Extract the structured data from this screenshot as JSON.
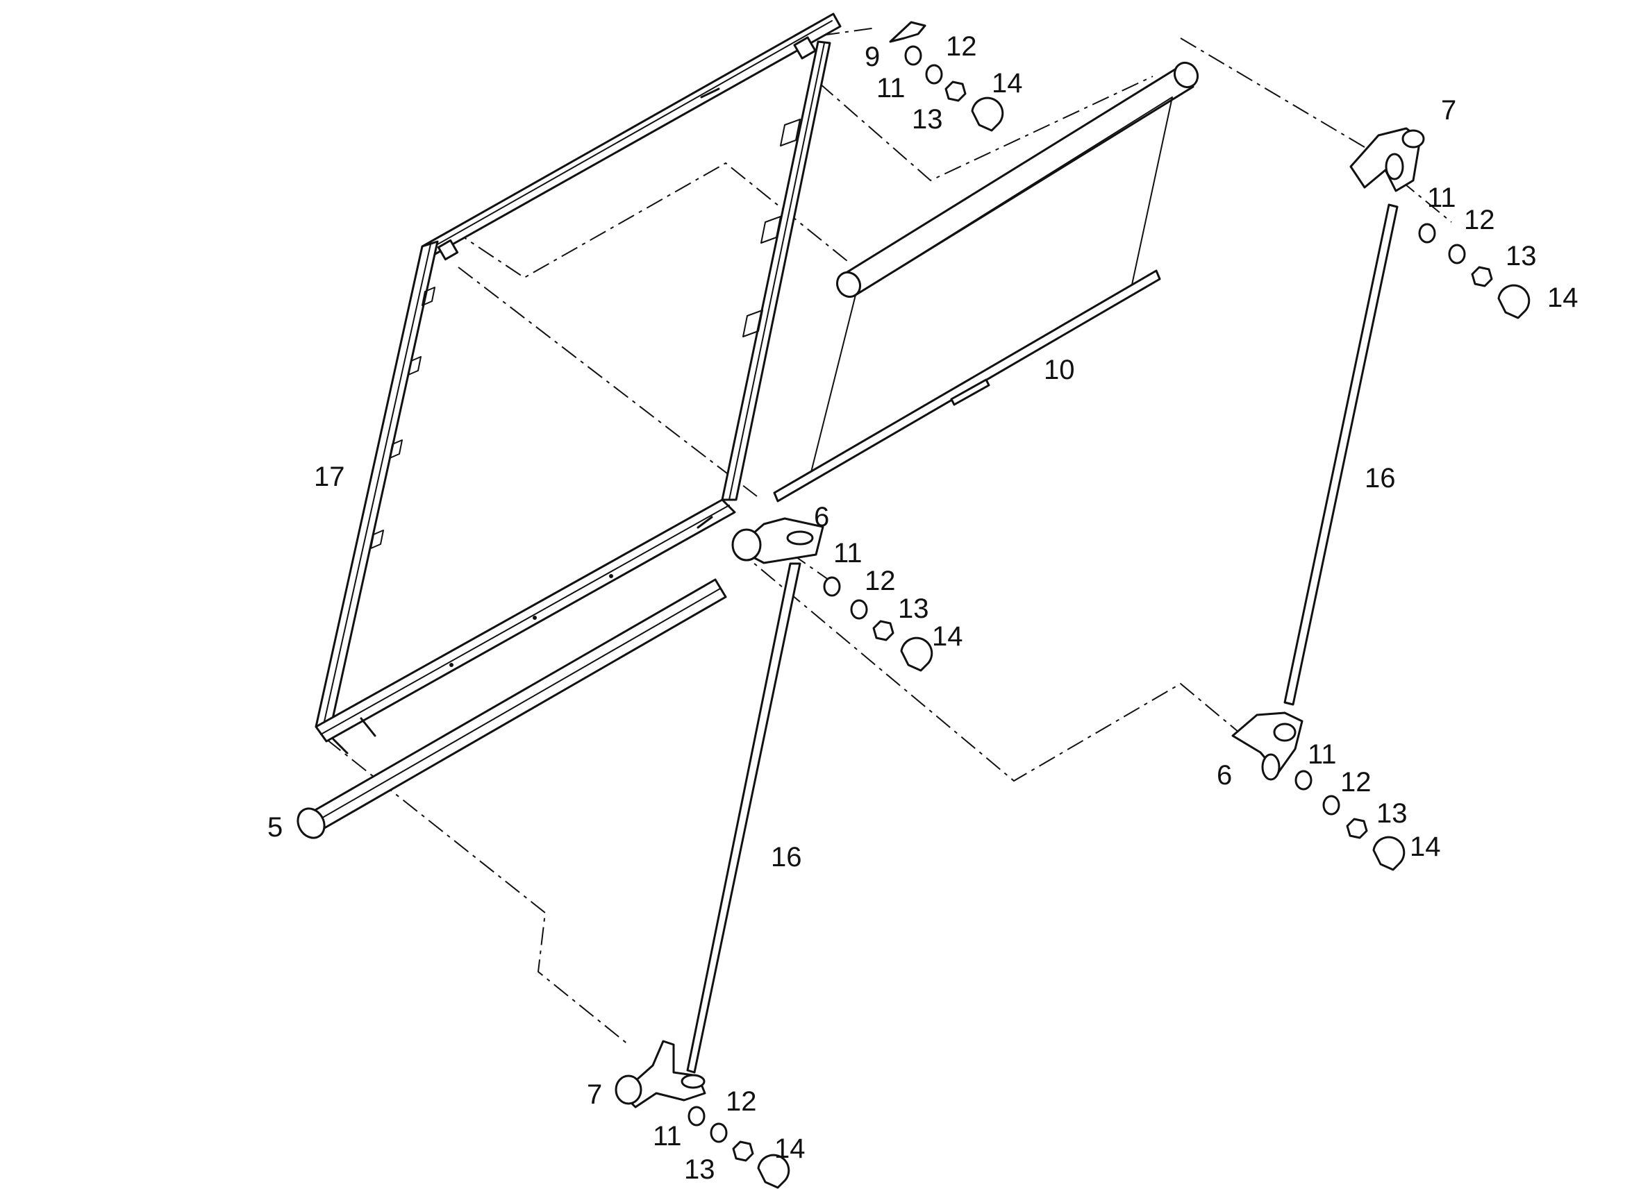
{
  "callouts": [
    {
      "id": "c9",
      "text": "9"
    },
    {
      "id": "c12a",
      "text": "12"
    },
    {
      "id": "c11a",
      "text": "11"
    },
    {
      "id": "c14a",
      "text": "14"
    },
    {
      "id": "c13a",
      "text": "13"
    },
    {
      "id": "c7a",
      "text": "7"
    },
    {
      "id": "c11b",
      "text": "11"
    },
    {
      "id": "c12b",
      "text": "12"
    },
    {
      "id": "c13b",
      "text": "13"
    },
    {
      "id": "c14b",
      "text": "14"
    },
    {
      "id": "c10",
      "text": "10"
    },
    {
      "id": "c17",
      "text": "17"
    },
    {
      "id": "c16a",
      "text": "16"
    },
    {
      "id": "c6a",
      "text": "6"
    },
    {
      "id": "c11c",
      "text": "11"
    },
    {
      "id": "c12c",
      "text": "12"
    },
    {
      "id": "c13c",
      "text": "13"
    },
    {
      "id": "c14c",
      "text": "14"
    },
    {
      "id": "c11d",
      "text": "11"
    },
    {
      "id": "c6b",
      "text": "6"
    },
    {
      "id": "c12d",
      "text": "12"
    },
    {
      "id": "c13d",
      "text": "13"
    },
    {
      "id": "c14d",
      "text": "14"
    },
    {
      "id": "c5",
      "text": "5"
    },
    {
      "id": "c16b",
      "text": "16"
    },
    {
      "id": "c7b",
      "text": "7"
    },
    {
      "id": "c12e",
      "text": "12"
    },
    {
      "id": "c11e",
      "text": "11"
    },
    {
      "id": "c14e",
      "text": "14"
    },
    {
      "id": "c13e",
      "text": "13"
    }
  ]
}
